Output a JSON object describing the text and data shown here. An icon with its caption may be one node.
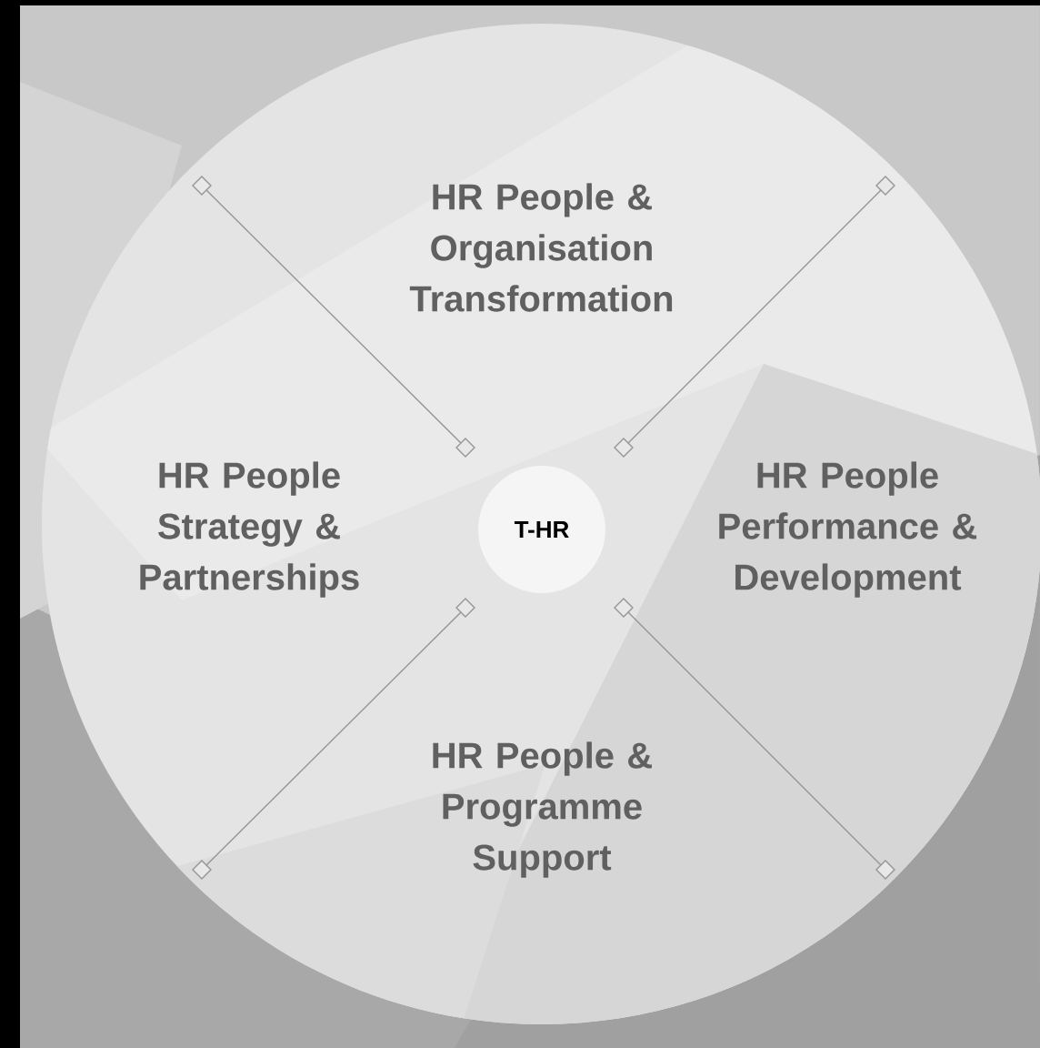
{
  "diagram": {
    "nodes": [
      {
        "text": [
          "HR People & Organisation Transformation"
        ]
      },
      {
        "text": [
          "HR People Strategy & Partnerships"
        ]
      },
      {
        "text": [
          "T-HR"
        ]
      },
      {
        "text": [
          "HR People Performance & Development"
        ]
      },
      {
        "text": [
          "HR People & Programme Support"
        ]
      }
    ]
  }
}
